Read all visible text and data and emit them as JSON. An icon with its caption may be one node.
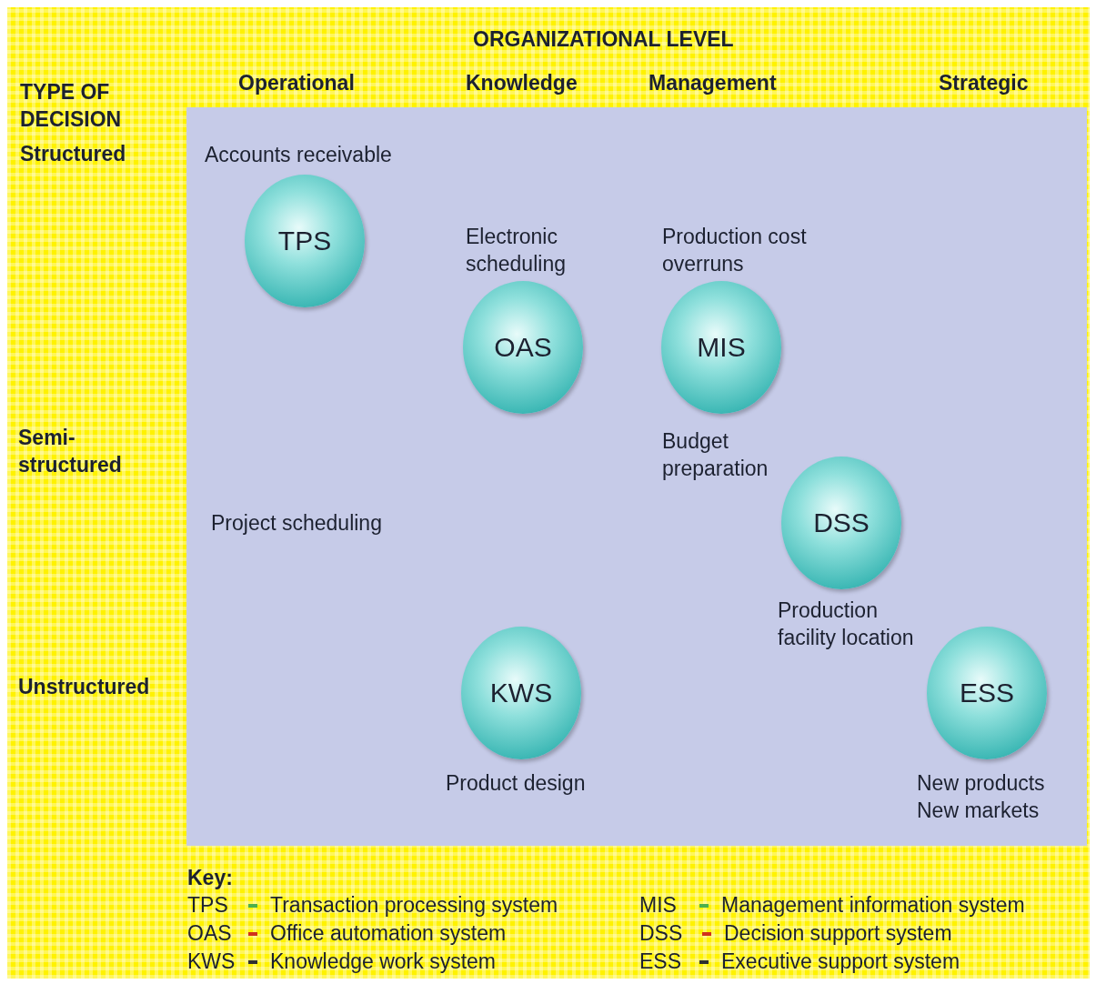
{
  "diagram": {
    "nodes": [
      {
        "text": [
          "TPS"
        ],
        "beside": [
          "Accounts receivable"
        ]
      },
      {
        "text": [
          "OAS"
        ],
        "beside": [
          "Electronic scheduling"
        ]
      },
      {
        "text": [
          "MIS"
        ],
        "beside": [
          "Production cost overruns"
        ]
      },
      {
        "text": [
          "DSS"
        ]
      },
      {
        "text": [
          "KWS"
        ],
        "beside": [
          "Product design"
        ]
      },
      {
        "text": [
          "ESS"
        ],
        "beside": [
          "New products",
          "New markets"
        ]
      }
    ],
    "labels": [
      "ORGANIZATIONAL LEVEL",
      "TYPE OF DECISION",
      "Operational",
      "Knowledge",
      "Management",
      "Strategic",
      "Structured",
      "Semi-structured",
      "Budget preparation",
      "Project scheduling",
      "Production facility location",
      "Unstructured",
      "Key:",
      "TPS",
      "Transaction processing system",
      "MIS",
      "Management information system",
      "OAS",
      "Office automation system",
      "DSS",
      "Decision support system",
      "KWS",
      "Knowledge work system",
      "ESS",
      "Executive support system"
    ]
  }
}
